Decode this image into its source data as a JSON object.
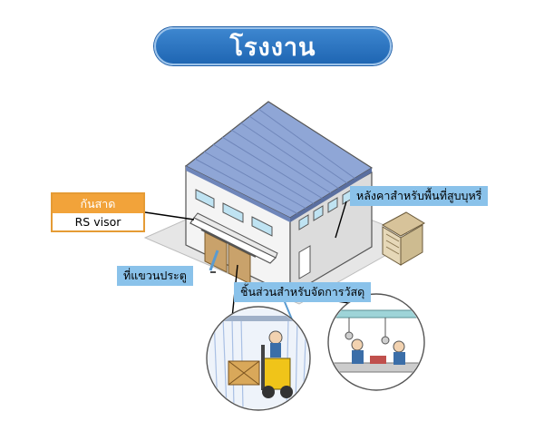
{
  "title": "โรงงาน",
  "labels": {
    "visor_th": "กันสาด",
    "visor_en": "RS visor",
    "roof_area": "หลังคาสำหรับพื้นที่สูบบุหรี่",
    "door_rail": "ที่แขวนประตู",
    "material_handling": "ชิ้นส่วนสำหรับจัดการวัสดุ"
  },
  "colors": {
    "title_bg": "#2a74c0",
    "label_bg": "#8ac2ea",
    "visor_accent": "#f2a33a",
    "roof": "#8fa6d6",
    "wall": "#f3f3f3"
  }
}
